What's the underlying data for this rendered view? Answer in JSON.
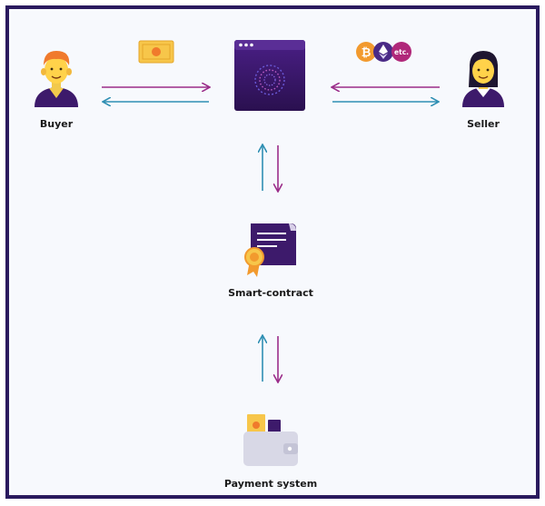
{
  "labels": {
    "buyer": "Buyer",
    "seller": "Seller",
    "smart_contract": "Smart-contract",
    "payment_system": "Payment system"
  },
  "coins": {
    "bitcoin": "₿",
    "etc": "etc."
  },
  "colors": {
    "frame": "#2a1a5e",
    "arrow_purple": "#9b2d8a",
    "arrow_blue": "#2f8fb3",
    "platform": "#3a1a6e",
    "accent_orange": "#f29a2e"
  }
}
